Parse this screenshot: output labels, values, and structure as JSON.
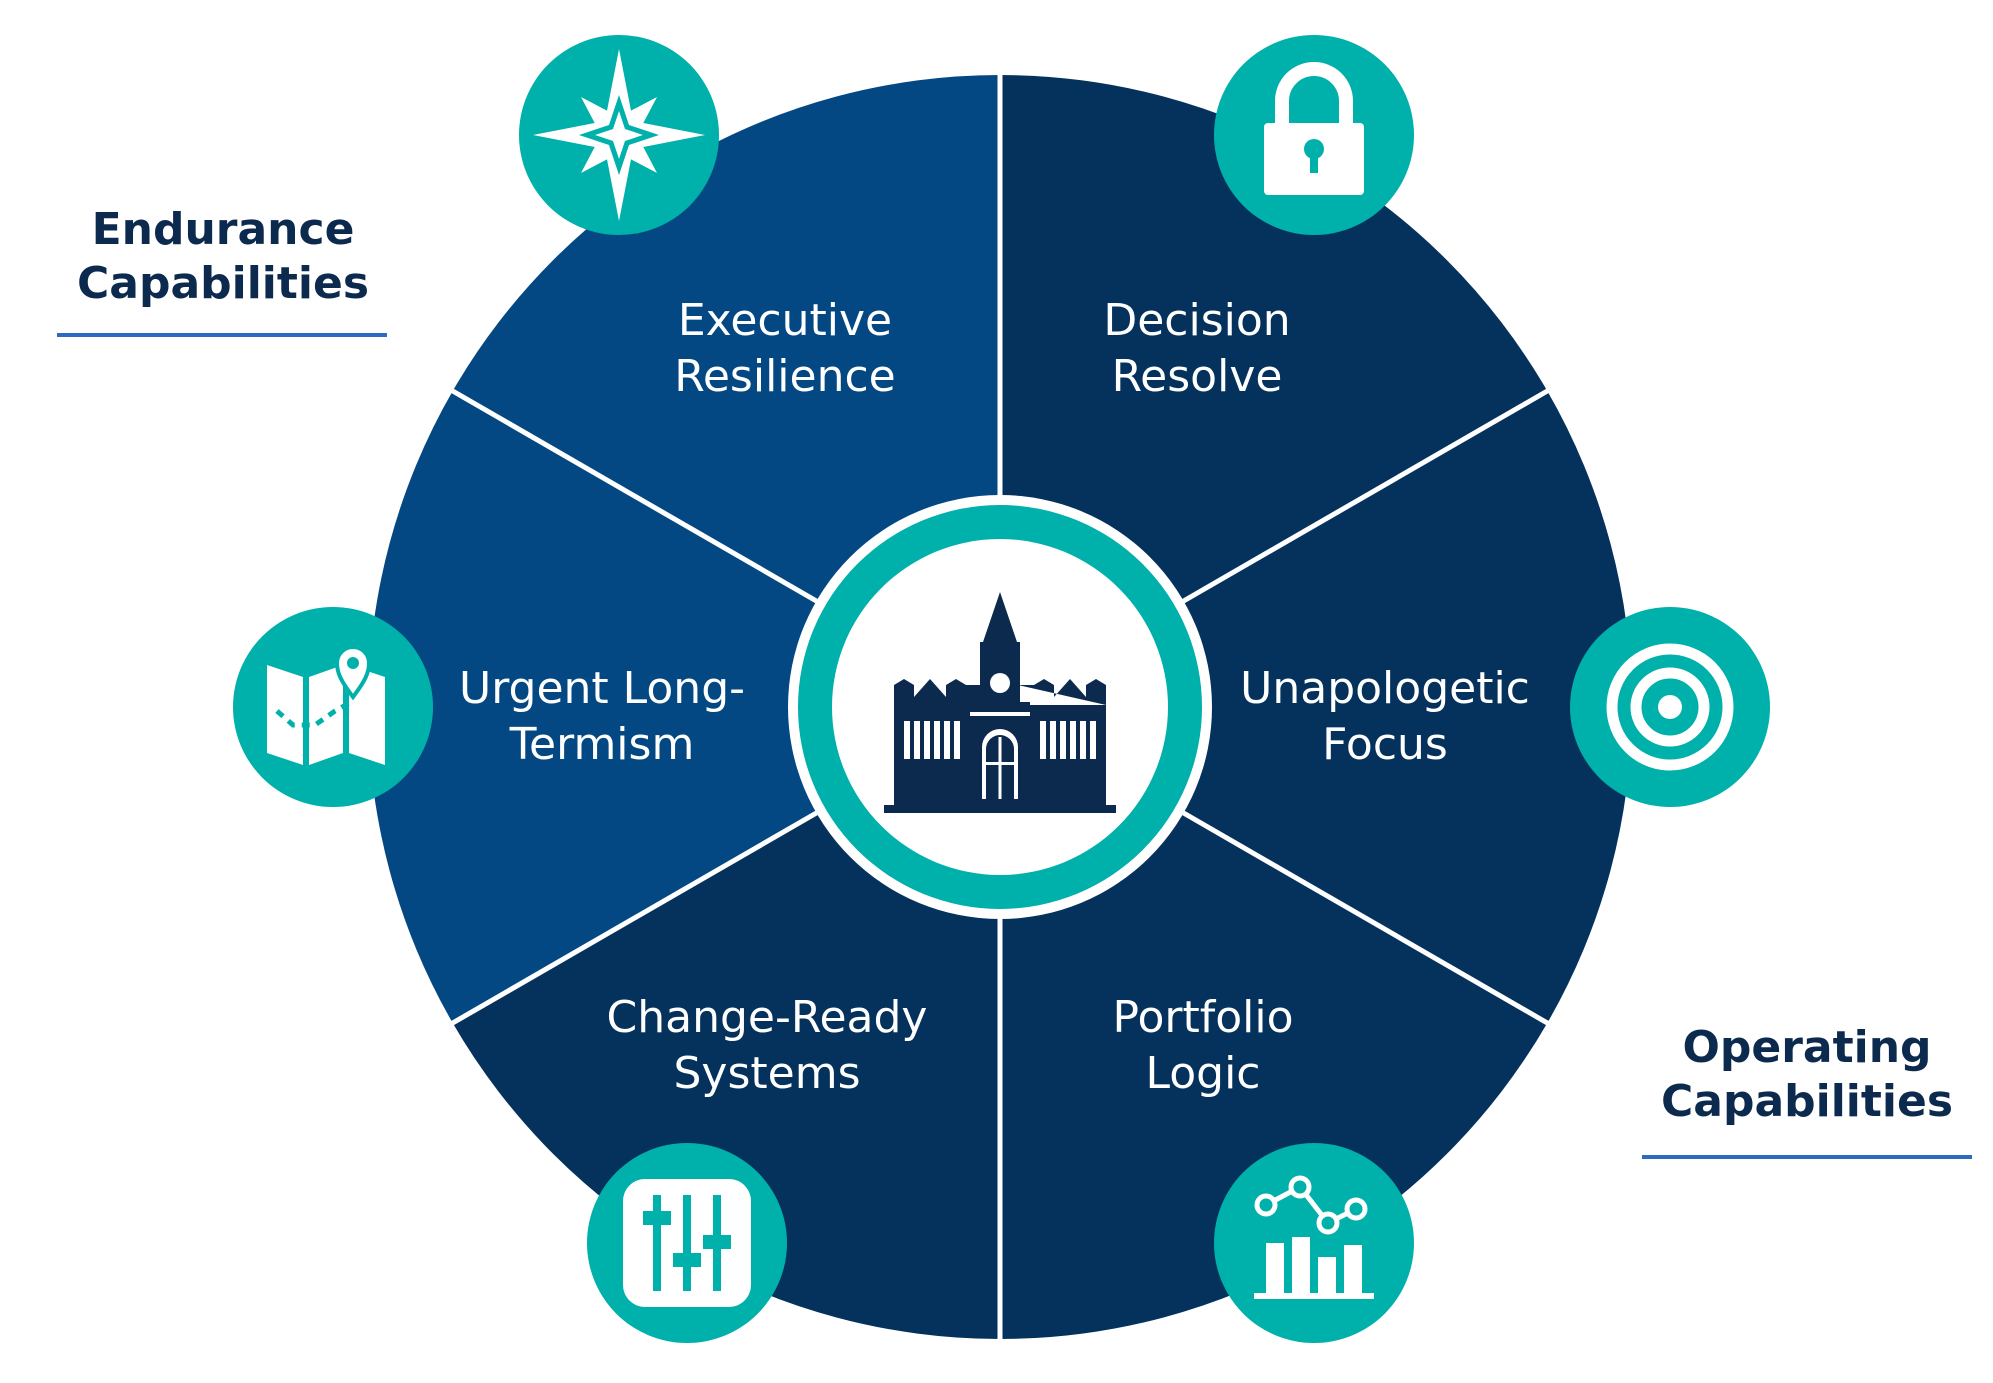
{
  "colors": {
    "endurance_fill": "#044883",
    "operating_fill": "#05325c",
    "teal": "#00b0aa",
    "divider": "#ffffff",
    "icon_white": "#ffffff",
    "heading_text": "#0c2a4e",
    "underline": "#2b6bc0",
    "center_icon": "#0c2a4e"
  },
  "endurance": {
    "line1": "Endurance",
    "line2": "Capabilities"
  },
  "operating": {
    "line1": "Operating",
    "line2": "Capabilities"
  },
  "segments": [
    {
      "line1": "Executive",
      "line2": "Resilience",
      "group": "endurance",
      "icon": "compass-rose-icon"
    },
    {
      "line1": "Decision",
      "line2": "Resolve",
      "group": "operating",
      "icon": "padlock-icon"
    },
    {
      "line1": "Unapologetic",
      "line2": "Focus",
      "group": "operating",
      "icon": "target-icon"
    },
    {
      "line1": "Portfolio",
      "line2": "Logic",
      "group": "operating",
      "icon": "bar-line-chart-icon"
    },
    {
      "line1": "Change-Ready",
      "line2": "Systems",
      "group": "operating",
      "icon": "sliders-icon"
    },
    {
      "line1": "Urgent Long-",
      "line2": "Termism",
      "group": "endurance",
      "icon": "map-pin-icon"
    }
  ],
  "center": {
    "icon": "university-building-icon"
  }
}
